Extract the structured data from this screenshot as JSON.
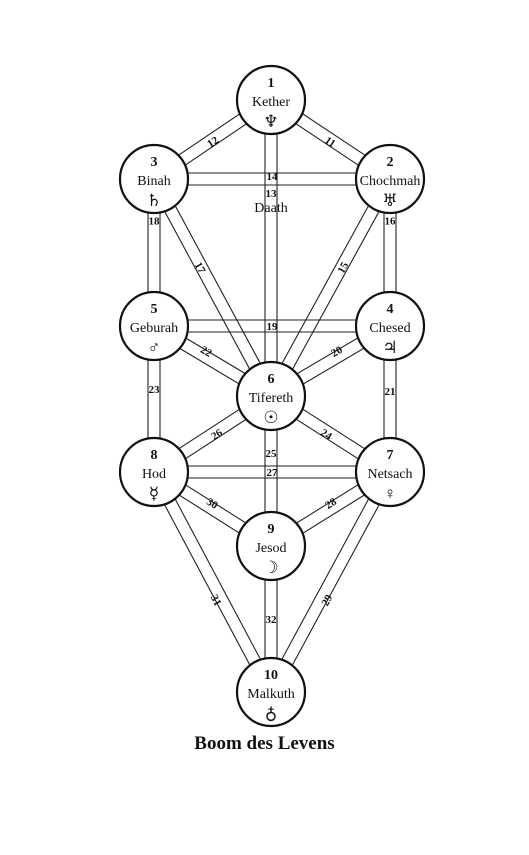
{
  "caption": "Boom des Levens",
  "sephiroth": [
    {
      "id": 1,
      "number": "1",
      "name": "Kether",
      "symbol": "♆",
      "symbol_name": "neptune-icon"
    },
    {
      "id": 2,
      "number": "2",
      "name": "Chochmah",
      "symbol": "♅",
      "symbol_name": "uranus-icon"
    },
    {
      "id": 3,
      "number": "3",
      "name": "Binah",
      "symbol": "♄",
      "symbol_name": "saturn-icon"
    },
    {
      "id": 4,
      "number": "4",
      "name": "Chesed",
      "symbol": "♃",
      "symbol_name": "jupiter-icon"
    },
    {
      "id": 5,
      "number": "5",
      "name": "Geburah",
      "symbol": "♂",
      "symbol_name": "mars-icon"
    },
    {
      "id": 6,
      "number": "6",
      "name": "Tifereth",
      "symbol": "☉",
      "symbol_name": "sun-icon"
    },
    {
      "id": 7,
      "number": "7",
      "name": "Netsach",
      "symbol": "♀",
      "symbol_name": "venus-icon"
    },
    {
      "id": 8,
      "number": "8",
      "name": "Hod",
      "symbol": "☿",
      "symbol_name": "mercury-icon"
    },
    {
      "id": 9,
      "number": "9",
      "name": "Jesod",
      "symbol": "☽",
      "symbol_name": "moon-icon"
    },
    {
      "id": 10,
      "number": "10",
      "name": "Malkuth",
      "symbol": "♁",
      "symbol_name": "earth-icon"
    }
  ],
  "paths": [
    {
      "label": "11",
      "from": 1,
      "to": 2
    },
    {
      "label": "12",
      "from": 1,
      "to": 3
    },
    {
      "label": "13",
      "from": 1,
      "to": 6
    },
    {
      "label": "14",
      "from": 3,
      "to": 2
    },
    {
      "label": "15",
      "from": 2,
      "to": 6
    },
    {
      "label": "16",
      "from": 2,
      "to": 4
    },
    {
      "label": "17",
      "from": 3,
      "to": 6
    },
    {
      "label": "18",
      "from": 3,
      "to": 5
    },
    {
      "label": "19",
      "from": 5,
      "to": 4
    },
    {
      "label": "20",
      "from": 4,
      "to": 6
    },
    {
      "label": "21",
      "from": 4,
      "to": 7
    },
    {
      "label": "22",
      "from": 5,
      "to": 6
    },
    {
      "label": "23",
      "from": 5,
      "to": 8
    },
    {
      "label": "24",
      "from": 6,
      "to": 7
    },
    {
      "label": "25",
      "from": 6,
      "to": 9
    },
    {
      "label": "26",
      "from": 6,
      "to": 8
    },
    {
      "label": "27",
      "from": 8,
      "to": 7
    },
    {
      "label": "28",
      "from": 7,
      "to": 9
    },
    {
      "label": "29",
      "from": 7,
      "to": 10
    },
    {
      "label": "30",
      "from": 8,
      "to": 9
    },
    {
      "label": "31",
      "from": 8,
      "to": 10
    },
    {
      "label": "32",
      "from": 9,
      "to": 10
    }
  ],
  "hidden_sephirah": {
    "name": "Daath"
  }
}
